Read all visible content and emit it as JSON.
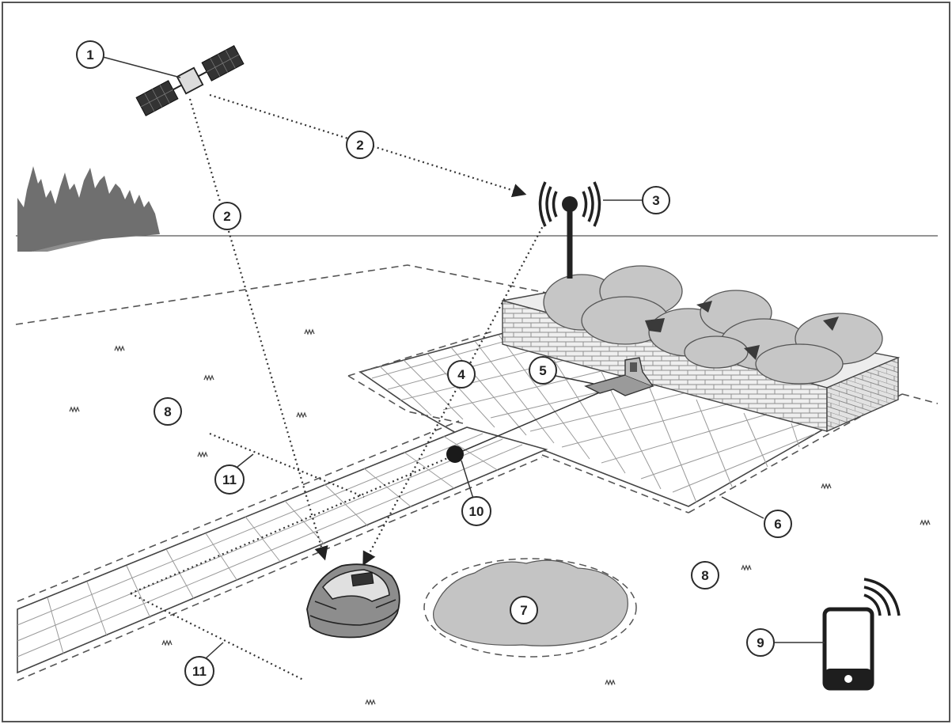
{
  "callouts": [
    {
      "id": "c1",
      "label": "1"
    },
    {
      "id": "c2a",
      "label": "2"
    },
    {
      "id": "c2b",
      "label": "2"
    },
    {
      "id": "c3",
      "label": "3"
    },
    {
      "id": "c4",
      "label": "4"
    },
    {
      "id": "c5",
      "label": "5"
    },
    {
      "id": "c6",
      "label": "6"
    },
    {
      "id": "c7",
      "label": "7"
    },
    {
      "id": "c8a",
      "label": "8"
    },
    {
      "id": "c8b",
      "label": "8"
    },
    {
      "id": "c9",
      "label": "9"
    },
    {
      "id": "c10",
      "label": "10"
    },
    {
      "id": "c11a",
      "label": "11"
    },
    {
      "id": "c11b",
      "label": "11"
    }
  ],
  "colors": {
    "frame": "#555555",
    "tree": "#6f6f6f",
    "bush": "#bdbdbd",
    "wall": "#e9e9e9",
    "mower": "#8a8a8a",
    "phone": "#2a2a2a",
    "flowerbed": "#c2c2c2"
  },
  "icons": [
    "satellite-icon",
    "antenna-icon",
    "mower-icon",
    "charging-station-icon",
    "smartphone-icon",
    "tree-line-icon"
  ]
}
